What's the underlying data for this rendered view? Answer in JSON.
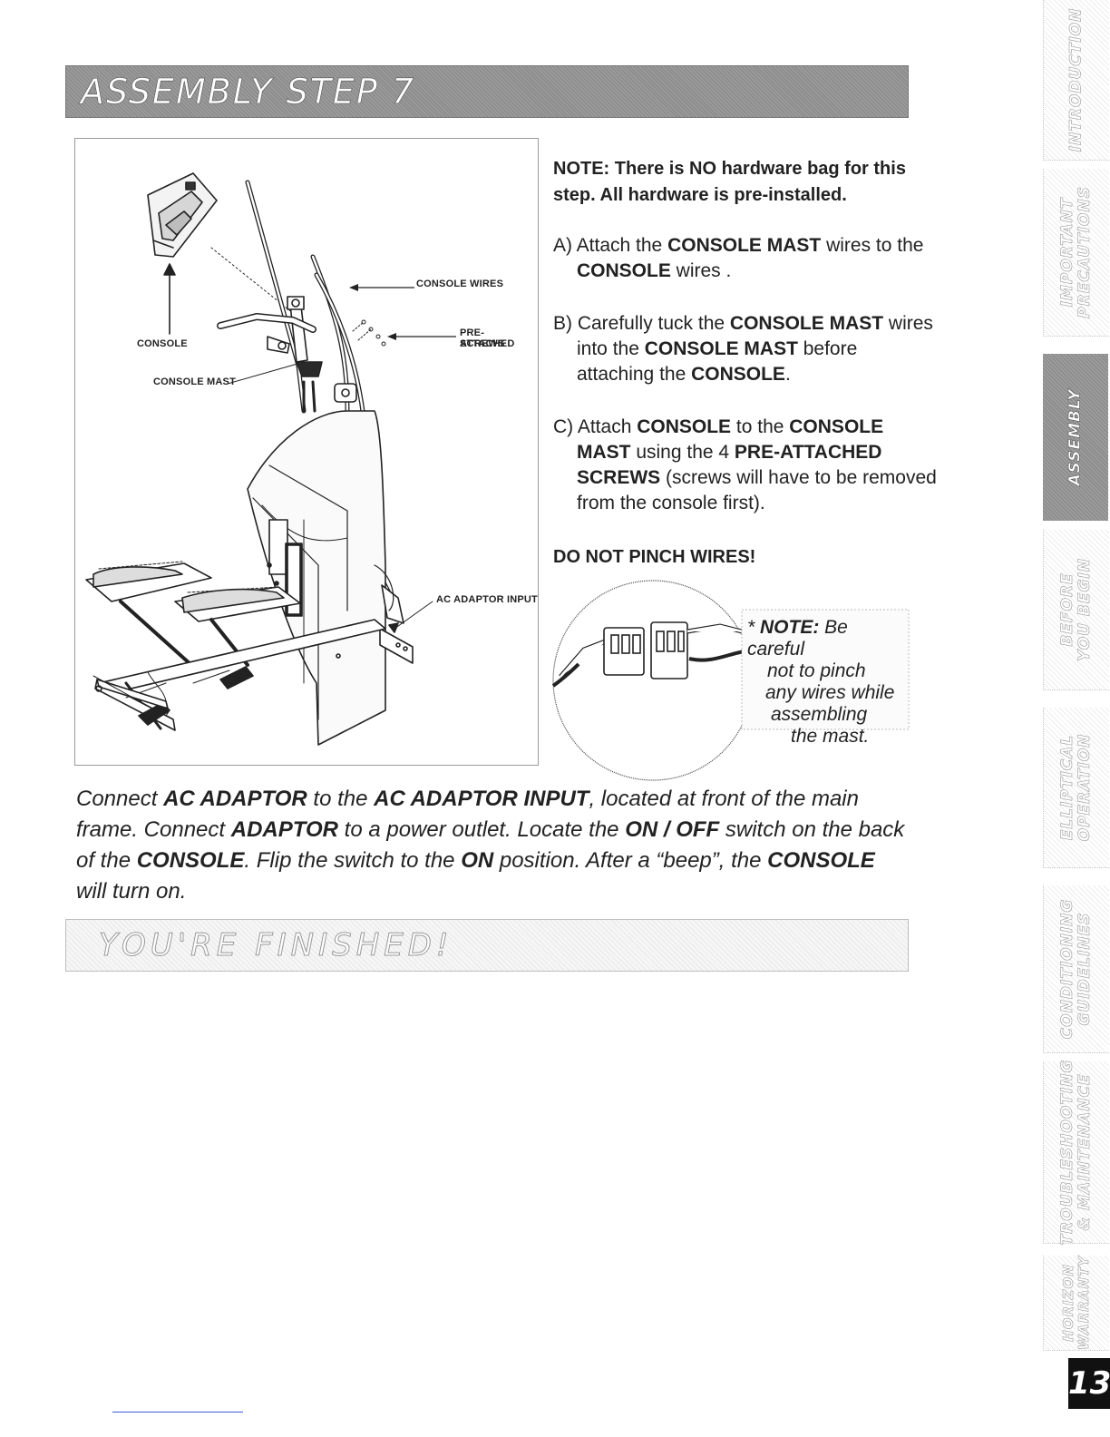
{
  "header": {
    "title": "ASSEMBLY STEP 7"
  },
  "figure": {
    "callouts": {
      "console_wires": "CONSOLE WIRES",
      "pre_attached_1": "PRE-ATTACHED",
      "pre_attached_2": "SCREWS",
      "console": "CONSOLE",
      "console_mast": "CONSOLE MAST",
      "ac_adaptor_input": "AC ADAPTOR INPUT"
    }
  },
  "instructions": {
    "note_line1": "NOTE: There is NO hardware bag for this",
    "note_line2": "step. All hardware is pre-installed.",
    "a_1": "A) Attach the ",
    "a_2": "CONSOLE MAST",
    "a_3": " wires to the ",
    "a_4": "CONSOLE",
    "a_5": " wires .",
    "b_1": "B) Carefully tuck the ",
    "b_2": "CONSOLE MAST",
    "b_3": " wires into the ",
    "b_4": "CONSOLE MAST",
    "b_5": " before attaching the ",
    "b_6": "CONSOLE",
    "b_7": ".",
    "c_1": "C) Attach ",
    "c_2": "CONSOLE",
    "c_3": " to the ",
    "c_4": "CONSOLE MAST",
    "c_5": " using the 4 ",
    "c_6": "PRE-ATTACHED SCREWS",
    "c_7": " (screws will have to be removed from the console first).",
    "warning": "DO NOT PINCH WIRES!"
  },
  "detail_note": {
    "star": "* ",
    "label": "NOTE:",
    "line1": " Be careful",
    "line2": "not to pinch",
    "line3": "any wires while",
    "line4": "assembling",
    "line5": "the mast."
  },
  "connect_paragraph": {
    "p1": "Connect ",
    "p2": "AC ADAPTOR",
    "p3": " to the ",
    "p4": "AC ADAPTOR INPUT",
    "p5": ", located at front of the main frame. Connect ",
    "p6": "ADAPTOR",
    "p7": " to a power outlet. Locate the ",
    "p8": "ON / OFF",
    "p9": " switch on the back of the ",
    "p10": "CONSOLE",
    "p11": ". Flip the switch to the ",
    "p12": "ON",
    "p13": " position. After a “beep”, the ",
    "p14": "CONSOLE",
    "p15": " will turn on."
  },
  "finished": {
    "title": "YOU'RE FINISHED!"
  },
  "side_tabs": [
    {
      "line1": "INTRODUCTION",
      "line2": ""
    },
    {
      "line1": "IMPORTANT",
      "line2": "PRECAUTIONS"
    },
    {
      "line1": "ASSEMBLY",
      "line2": ""
    },
    {
      "line1": "BEFORE",
      "line2": "YOU BEGIN"
    },
    {
      "line1": "ELLIPTICAL",
      "line2": "OPERATION"
    },
    {
      "line1": "CONDITIONING",
      "line2": "GUIDELINES"
    },
    {
      "line1": "TROUBLESHOOTING",
      "line2": "& MAINTENANCE"
    },
    {
      "line1": "HORIZON",
      "line2": "WARRANTY"
    }
  ],
  "page_number": "13"
}
